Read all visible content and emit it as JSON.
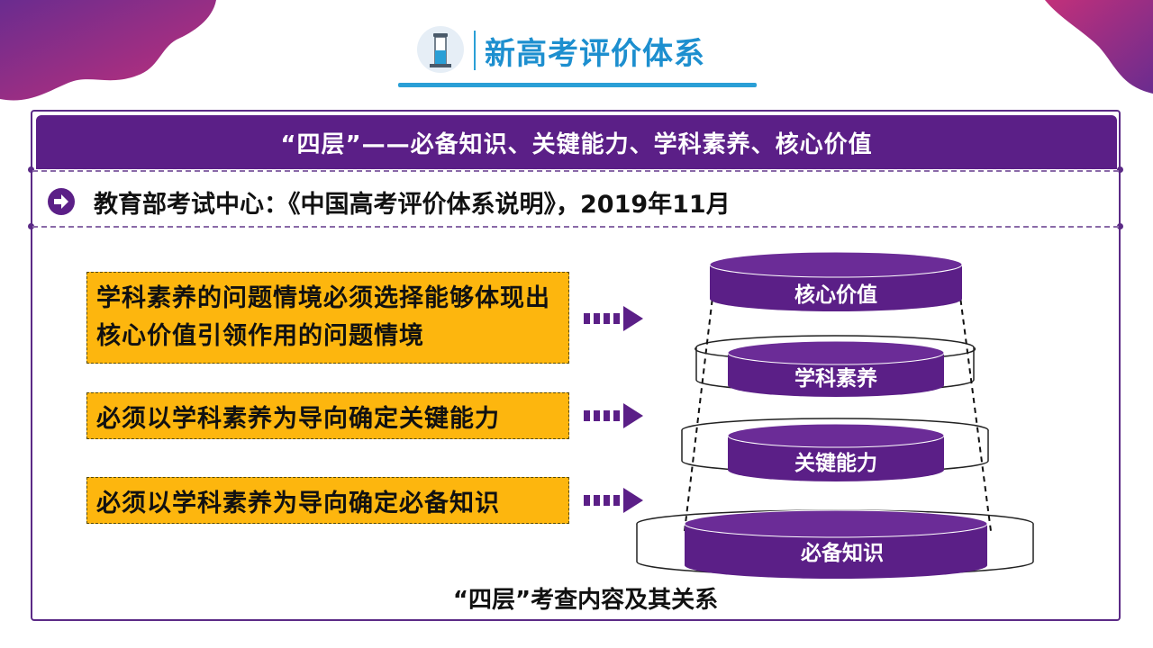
{
  "header": {
    "title": "新高考评价体系",
    "icon": "test-tube-icon"
  },
  "banner": {
    "text": "“四层”——必备知识、关键能力、学科素养、核心价值"
  },
  "source": {
    "icon": "arrow-right-circle-icon",
    "text": "教育部考试中心：《中国高考评价体系说明》，2019年11月"
  },
  "statements": [
    {
      "text": "学科素养的问题情境必须选择能够体现出核心价值引领作用的问题情境"
    },
    {
      "text": "必须以学科素养为导向确定关键能力"
    },
    {
      "text": "必须以学科素养为导向确定必备知识"
    }
  ],
  "layers": [
    {
      "label": "核心价值"
    },
    {
      "label": "学科素养"
    },
    {
      "label": "关键能力"
    },
    {
      "label": "必备知识"
    }
  ],
  "caption": "“四层”考查内容及其关系",
  "colors": {
    "purple": "#5b1f87",
    "blue": "#1d8fcf",
    "amber": "#fdb60e"
  }
}
